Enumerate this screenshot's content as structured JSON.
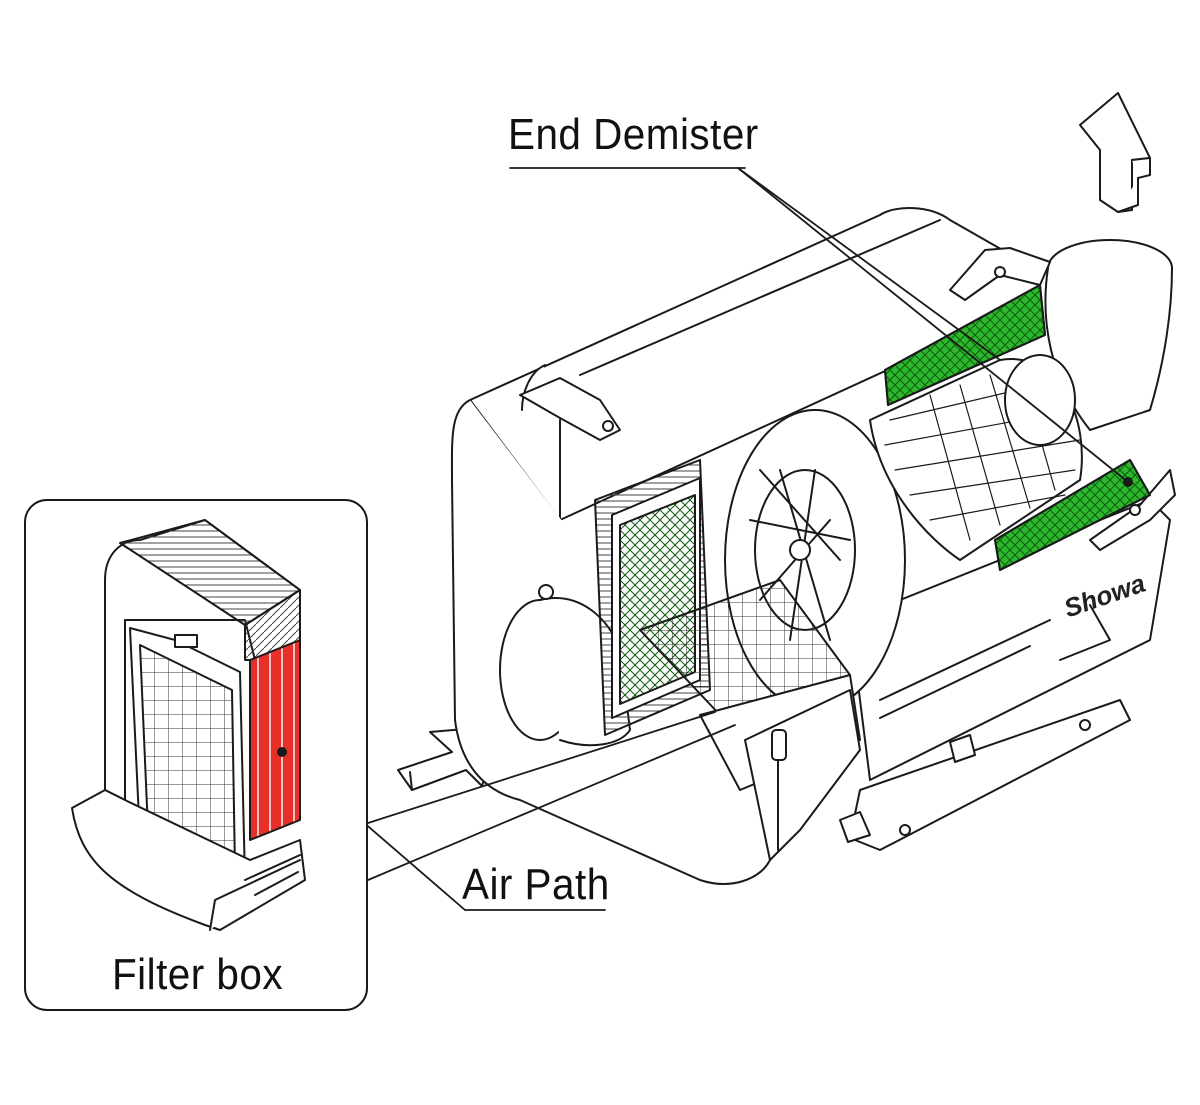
{
  "labels": {
    "end_demister": "End Demister",
    "air_path": "Air Path",
    "filter_box": "Filter box"
  },
  "brand": "Showa",
  "colors": {
    "line": "#1a1a1a",
    "demister_fill": "#2db82d",
    "filter_highlight": "#e8302a",
    "background": "#ffffff"
  },
  "icons": [
    "exhaust-arrow-icon",
    "intake-arrow-icon"
  ]
}
